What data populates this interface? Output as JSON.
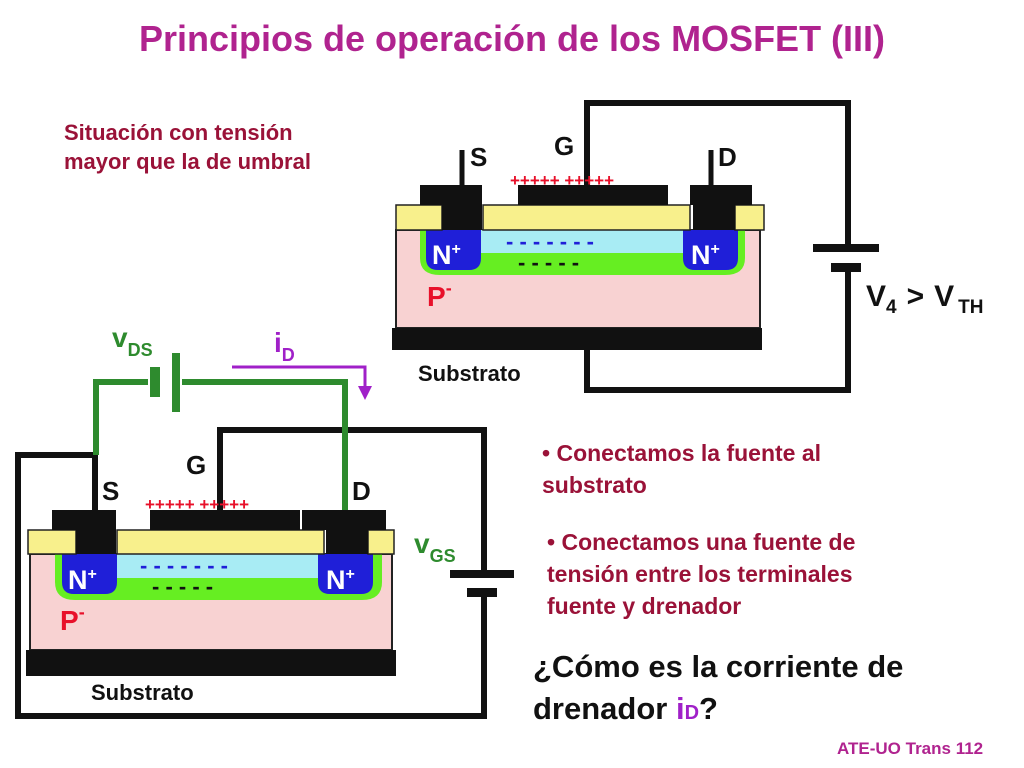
{
  "title": "Principios de operación de los MOSFET (III)",
  "situation": {
    "line1": "Situación con tensión",
    "line2": "mayor que la de umbral"
  },
  "top_device": {
    "gate": "G",
    "source": "S",
    "drain": "D",
    "charges": "+++++ +++++",
    "nplus": "N",
    "psub": "P",
    "substrate": "Substrato",
    "channel_minus": "- - - - - - -",
    "depletion_minus": "- - - - -"
  },
  "top_battery": {
    "v": "V",
    "v_sub": "4",
    "gt": ">",
    "vth": "V",
    "vth_sub": "TH"
  },
  "bottom_device": {
    "gate": "G",
    "source": "S",
    "drain": "D",
    "charges": "+++++ +++++",
    "nplus": "N",
    "psub": "P",
    "substrate": "Substrato",
    "channel_minus": "- - - - - - -",
    "depletion_minus": "- - - - -"
  },
  "vds": {
    "v": "v",
    "sub": "DS"
  },
  "id_label": {
    "i": "i",
    "sub": "D"
  },
  "vgs": {
    "v": "v",
    "sub": "GS"
  },
  "bullets": [
    {
      "bullet": "•",
      "line1": "Conectamos la fuente al",
      "line2": "substrato"
    },
    {
      "bullet": "•",
      "line1": "Conectamos una fuente de",
      "line2": "tensión entre los terminales",
      "line3": "fuente y drenador"
    }
  ],
  "question": {
    "line1": "¿Cómo es la corriente de",
    "line2a": "drenador ",
    "i": "i",
    "sub": "D",
    "end": "?"
  },
  "footer": "ATE-UO Trans 112",
  "colors": {
    "title": "#b0238f",
    "text_dark": "#9a1238",
    "purple": "#a020c8",
    "green": "#2e8b2e",
    "oxide": "#f8f08c",
    "channel": "#a8ecf4",
    "nregion": "#1f1fd8",
    "pregion": "#f8d2d2",
    "depletion": "#66ee22"
  }
}
